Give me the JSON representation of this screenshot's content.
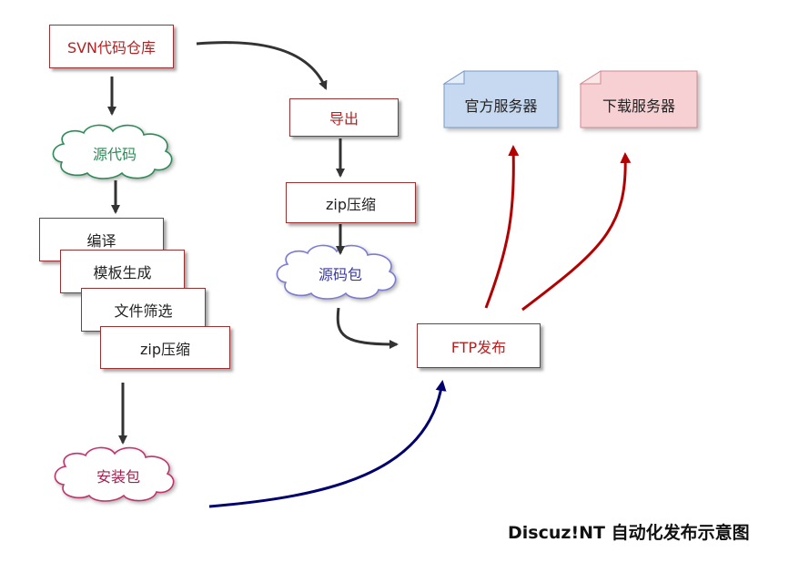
{
  "diagram": {
    "nodes": {
      "svn_repo": "SVN代码仓库",
      "source_code": "源代码",
      "compile": "编译",
      "template_gen": "模板生成",
      "file_filter": "文件筛选",
      "zip_left": "zip压缩",
      "install_pkg": "安装包",
      "export": "导出",
      "zip_mid": "zip压缩",
      "source_pkg": "源码包",
      "ftp_publish": "FTP发布",
      "official_server": "官方服务器",
      "download_server": "下载服务器"
    },
    "caption": "Discuz!NT 自动化发布示意图"
  },
  "colors": {
    "box_border": "#9a3030",
    "dark_arrow": "#333333",
    "red_arrow": "#b30000",
    "navy_arrow": "#00006e",
    "cloud_green": "#2e8b57",
    "cloud_blue": "#7b7bd6",
    "cloud_pink": "#c2336b",
    "server_blue": "#c6d9f1",
    "server_pink": "#f7d0d4"
  }
}
